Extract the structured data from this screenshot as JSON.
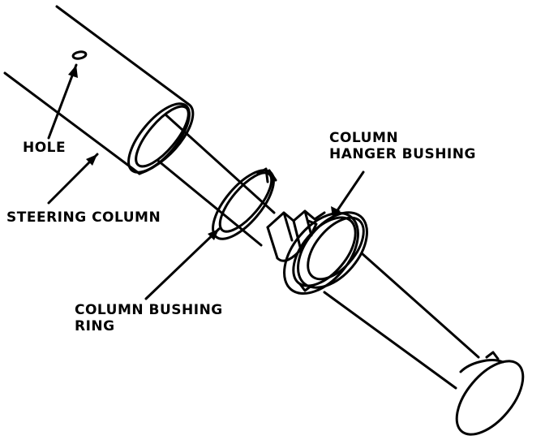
{
  "labels": {
    "hole": "HOLE",
    "steering_column": "STEERING COLUMN",
    "hanger_bushing_line1": "COLUMN",
    "hanger_bushing_line2": "HANGER BUSHING",
    "bushing_ring_line1": "COLUMN BUSHING",
    "bushing_ring_line2": "RING"
  },
  "colors": {
    "ink": "#000000",
    "paper": "#ffffff"
  }
}
